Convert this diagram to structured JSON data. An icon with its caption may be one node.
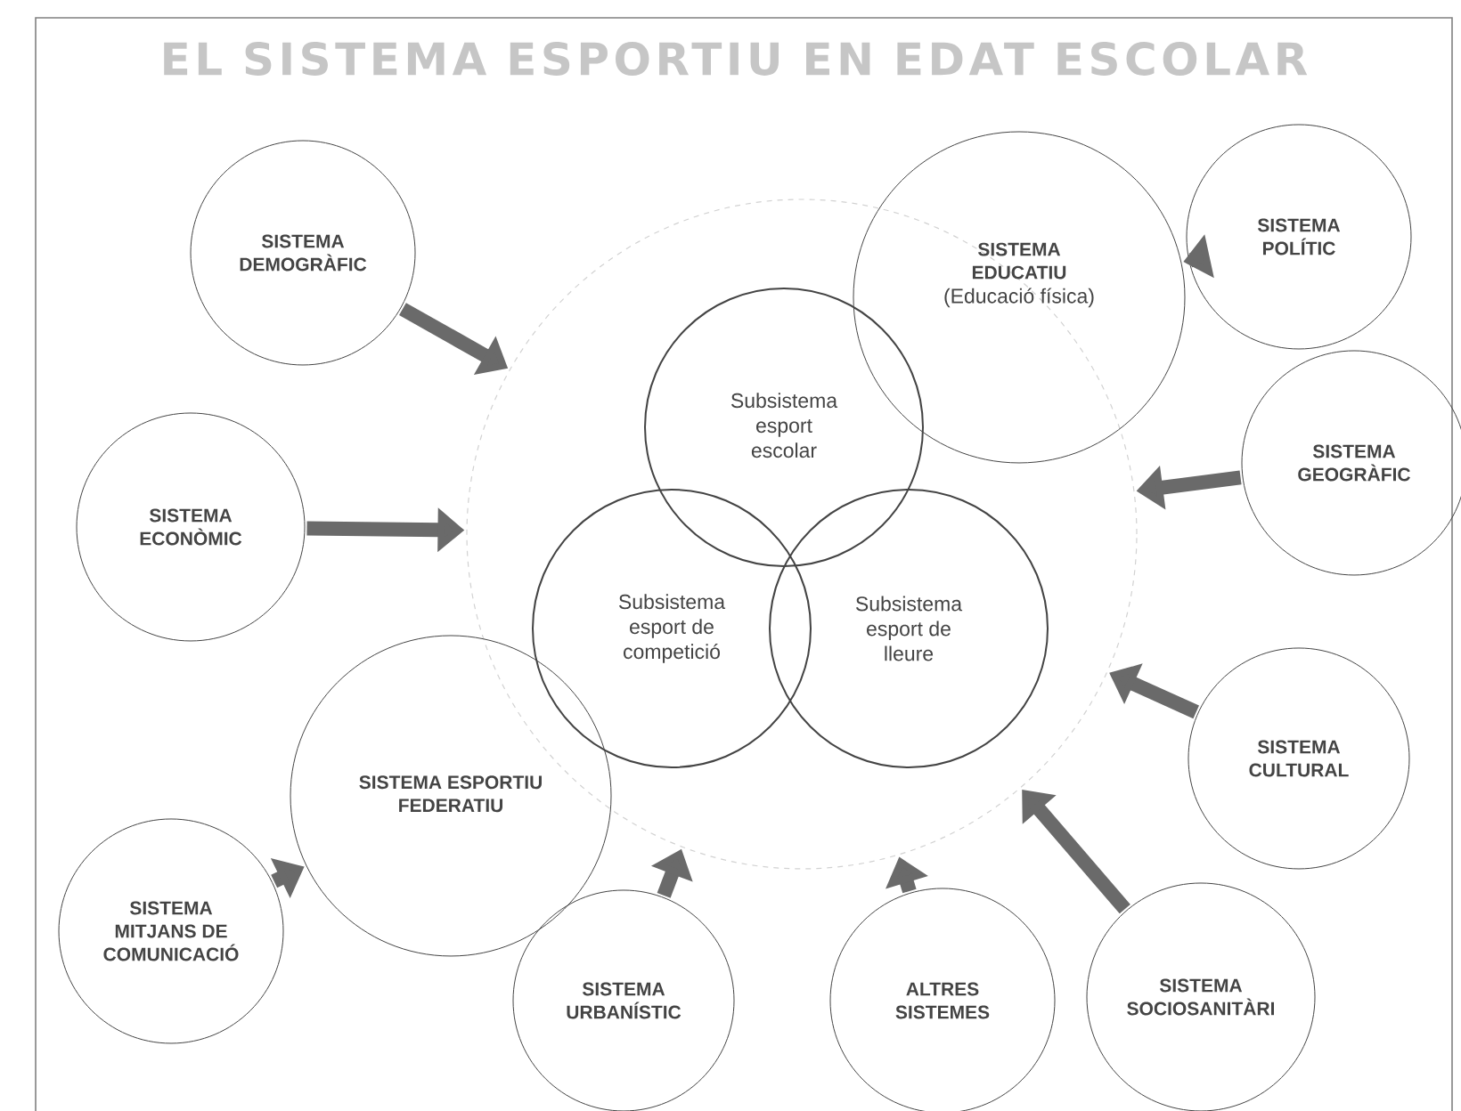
{
  "diagram": {
    "title": "EL SISTEMA ESPORTIU EN EDAT ESCOLAR",
    "nodes": [
      {
        "text": [
          "SISTEMA DEMOGRÀFIC"
        ]
      },
      {
        "text": [
          "SISTEMA EDUCATIU",
          "(Educació física)"
        ]
      },
      {
        "text": [
          "SISTEMA POLÍTIC"
        ]
      },
      {
        "text": [],
        "shape": "circle"
      },
      {
        "text": [
          "Subsistema esport escolar"
        ],
        "in": 3
      },
      {
        "text": [
          "SISTEMA GEOGRÀFIC"
        ]
      },
      {
        "text": [
          "SISTEMA ECONÒMIC"
        ]
      },
      {
        "text": [
          "Subsistema esport de competició"
        ],
        "in": 3
      },
      {
        "text": [
          "Subsistema esport de lleure"
        ],
        "in": 3
      },
      {
        "text": [
          "SISTEMA CULTURAL"
        ]
      },
      {
        "text": [
          "SISTEMA ESPORTIU FEDERATIU"
        ]
      },
      {
        "text": [
          "SISTEMA MITJANS DE COMUNICACIÓ"
        ]
      },
      {
        "text": [
          "SISTEMA URBANÍSTIC"
        ]
      },
      {
        "text": [
          "ALTRES SISTEMES"
        ]
      },
      {
        "text": [
          "SISTEMA SOCIOSANITÀRI"
        ]
      }
    ],
    "edges": [
      {
        "from": 0,
        "to": 3,
        "arrow": "to"
      },
      {
        "from": 2,
        "to": 1,
        "arrow": "to"
      },
      {
        "from": 5,
        "to": 3,
        "arrow": "to"
      },
      {
        "from": 6,
        "to": 3,
        "arrow": "to"
      },
      {
        "from": 9,
        "to": 3,
        "arrow": "to"
      },
      {
        "from": 14,
        "to": 3,
        "arrow": "to"
      },
      {
        "from": 13,
        "to": 3,
        "arrow": "to"
      },
      {
        "from": 12,
        "to": 3,
        "arrow": "to"
      },
      {
        "from": 11,
        "to": 10,
        "arrow": "to"
      }
    ]
  }
}
